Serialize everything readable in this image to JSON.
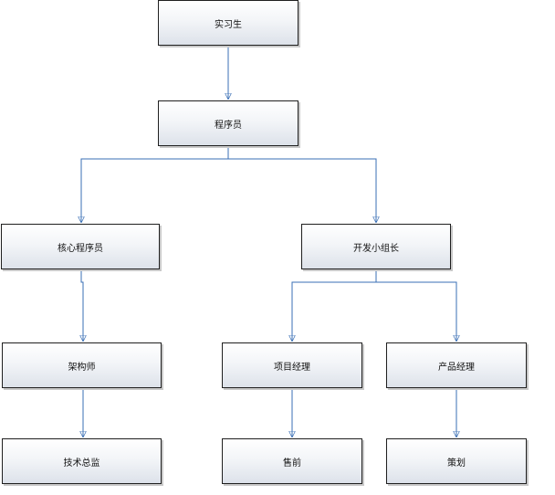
{
  "nodes": {
    "intern": {
      "label": "实习生"
    },
    "programmer": {
      "label": "程序员"
    },
    "core_programmer": {
      "label": "核心程序员"
    },
    "dev_team_lead": {
      "label": "开发小组长"
    },
    "architect": {
      "label": "架构师"
    },
    "project_manager": {
      "label": "项目经理"
    },
    "product_manager": {
      "label": "产品经理"
    },
    "technical_director": {
      "label": "技术总监"
    },
    "presales": {
      "label": "售前"
    },
    "planning": {
      "label": "策划"
    }
  },
  "edges": [
    {
      "from": "intern",
      "to": "programmer"
    },
    {
      "from": "programmer",
      "to": "core_programmer"
    },
    {
      "from": "programmer",
      "to": "dev_team_lead"
    },
    {
      "from": "core_programmer",
      "to": "architect"
    },
    {
      "from": "architect",
      "to": "technical_director"
    },
    {
      "from": "dev_team_lead",
      "to": "project_manager"
    },
    {
      "from": "dev_team_lead",
      "to": "product_manager"
    },
    {
      "from": "project_manager",
      "to": "presales"
    },
    {
      "from": "product_manager",
      "to": "planning"
    }
  ],
  "colors": {
    "connector": "#3a6fb5",
    "node_border": "#1f1f1f"
  }
}
